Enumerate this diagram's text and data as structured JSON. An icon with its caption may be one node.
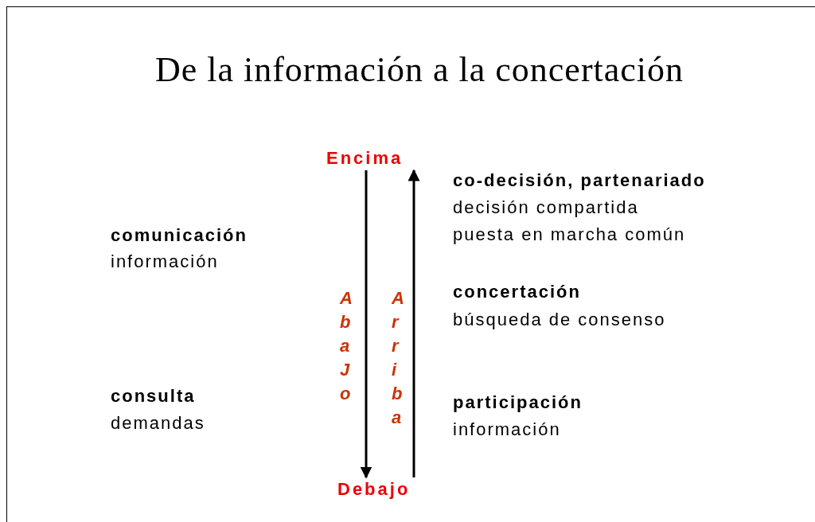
{
  "diagram": {
    "title": "De la información a la concertación",
    "nodes": [
      {
        "text": [
          "Encima"
        ]
      },
      {
        "text": [
          "Debajo"
        ]
      }
    ],
    "edges": [
      {
        "from": 0,
        "to": 1,
        "arrow": "to",
        "label": "AbaJo"
      },
      {
        "from": 1,
        "to": 0,
        "arrow": "to",
        "label": "Arriba"
      }
    ],
    "labels": [
      "co-decisión, partenariado",
      "decisión compartida",
      "puesta en marcha común",
      "comunicación",
      "información",
      "concertación",
      "búsqueda de consenso",
      "consulta",
      "demandas",
      "participación",
      "información"
    ]
  }
}
